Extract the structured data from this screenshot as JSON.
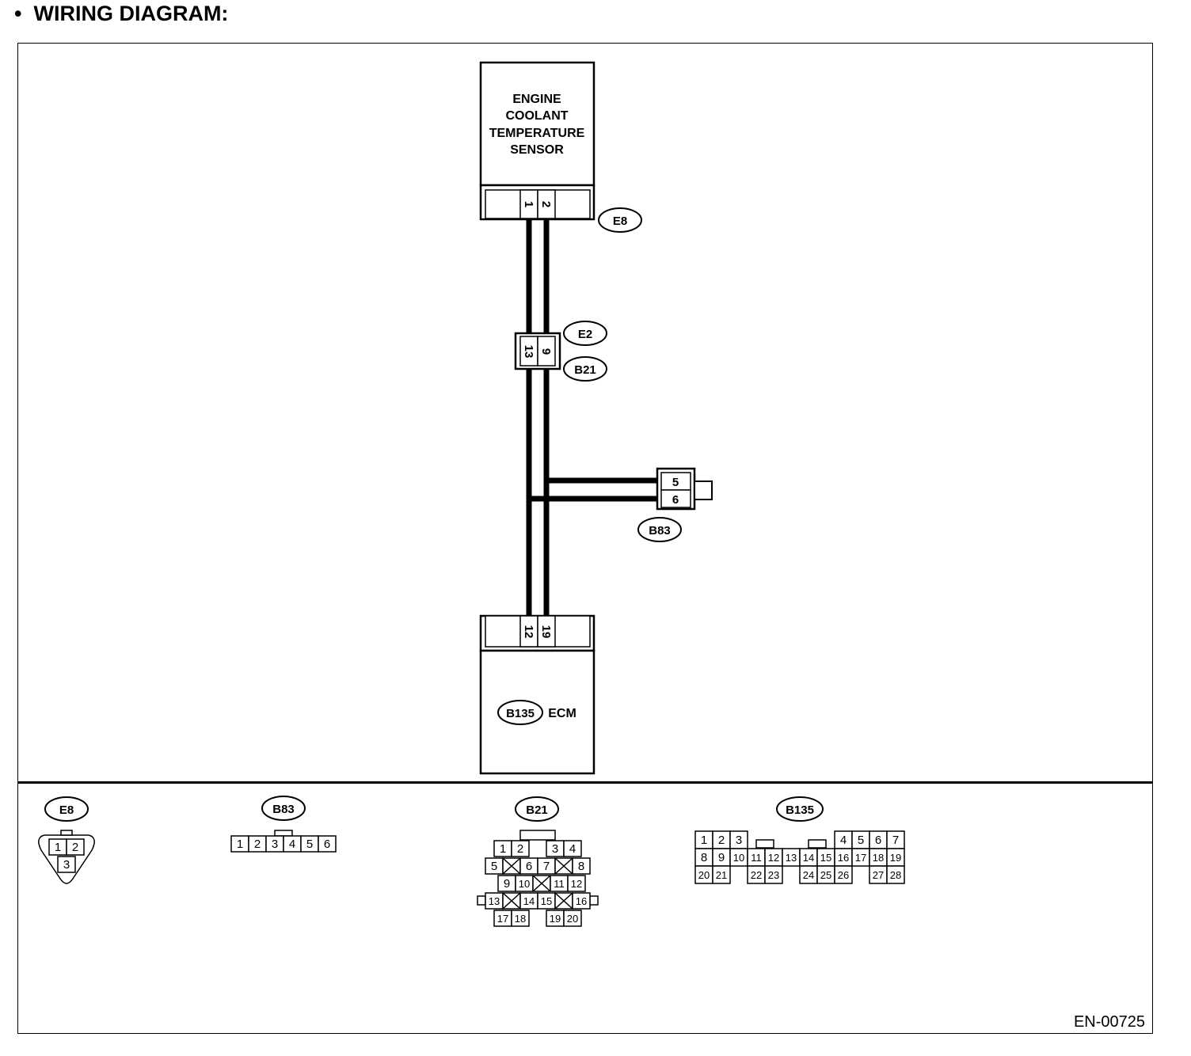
{
  "heading": "•  WIRING DIAGRAM:",
  "figure_code": "EN-00725",
  "sensor": {
    "lines": [
      "ENGINE",
      "COOLANT",
      "TEMPERATURE",
      "SENSOR"
    ],
    "connector_id": "E8",
    "pins": [
      "1",
      "2"
    ]
  },
  "joint": {
    "ids": [
      "E2",
      "B21"
    ],
    "pins": [
      "13",
      "9"
    ]
  },
  "branch": {
    "connector_id": "B83",
    "pins": [
      "5",
      "6"
    ]
  },
  "ecm": {
    "connector_id": "B135",
    "label": "ECM",
    "pins": [
      "12",
      "19"
    ]
  },
  "connector_views": [
    {
      "id": "E8",
      "pins": [
        "1",
        "2",
        "3"
      ]
    },
    {
      "id": "B83",
      "pins": [
        "1",
        "2",
        "3",
        "4",
        "5",
        "6"
      ]
    },
    {
      "id": "B21",
      "pins": [
        "1",
        "2",
        "3",
        "4",
        "5",
        "6",
        "7",
        "8",
        "9",
        "10",
        "11",
        "12",
        "13",
        "14",
        "15",
        "16",
        "17",
        "18",
        "19",
        "20"
      ]
    },
    {
      "id": "B135",
      "pins": [
        "1",
        "2",
        "3",
        "4",
        "5",
        "6",
        "7",
        "8",
        "9",
        "10",
        "11",
        "12",
        "13",
        "14",
        "15",
        "16",
        "17",
        "18",
        "19",
        "20",
        "21",
        "22",
        "23",
        "24",
        "25",
        "26",
        "27",
        "28"
      ]
    }
  ]
}
